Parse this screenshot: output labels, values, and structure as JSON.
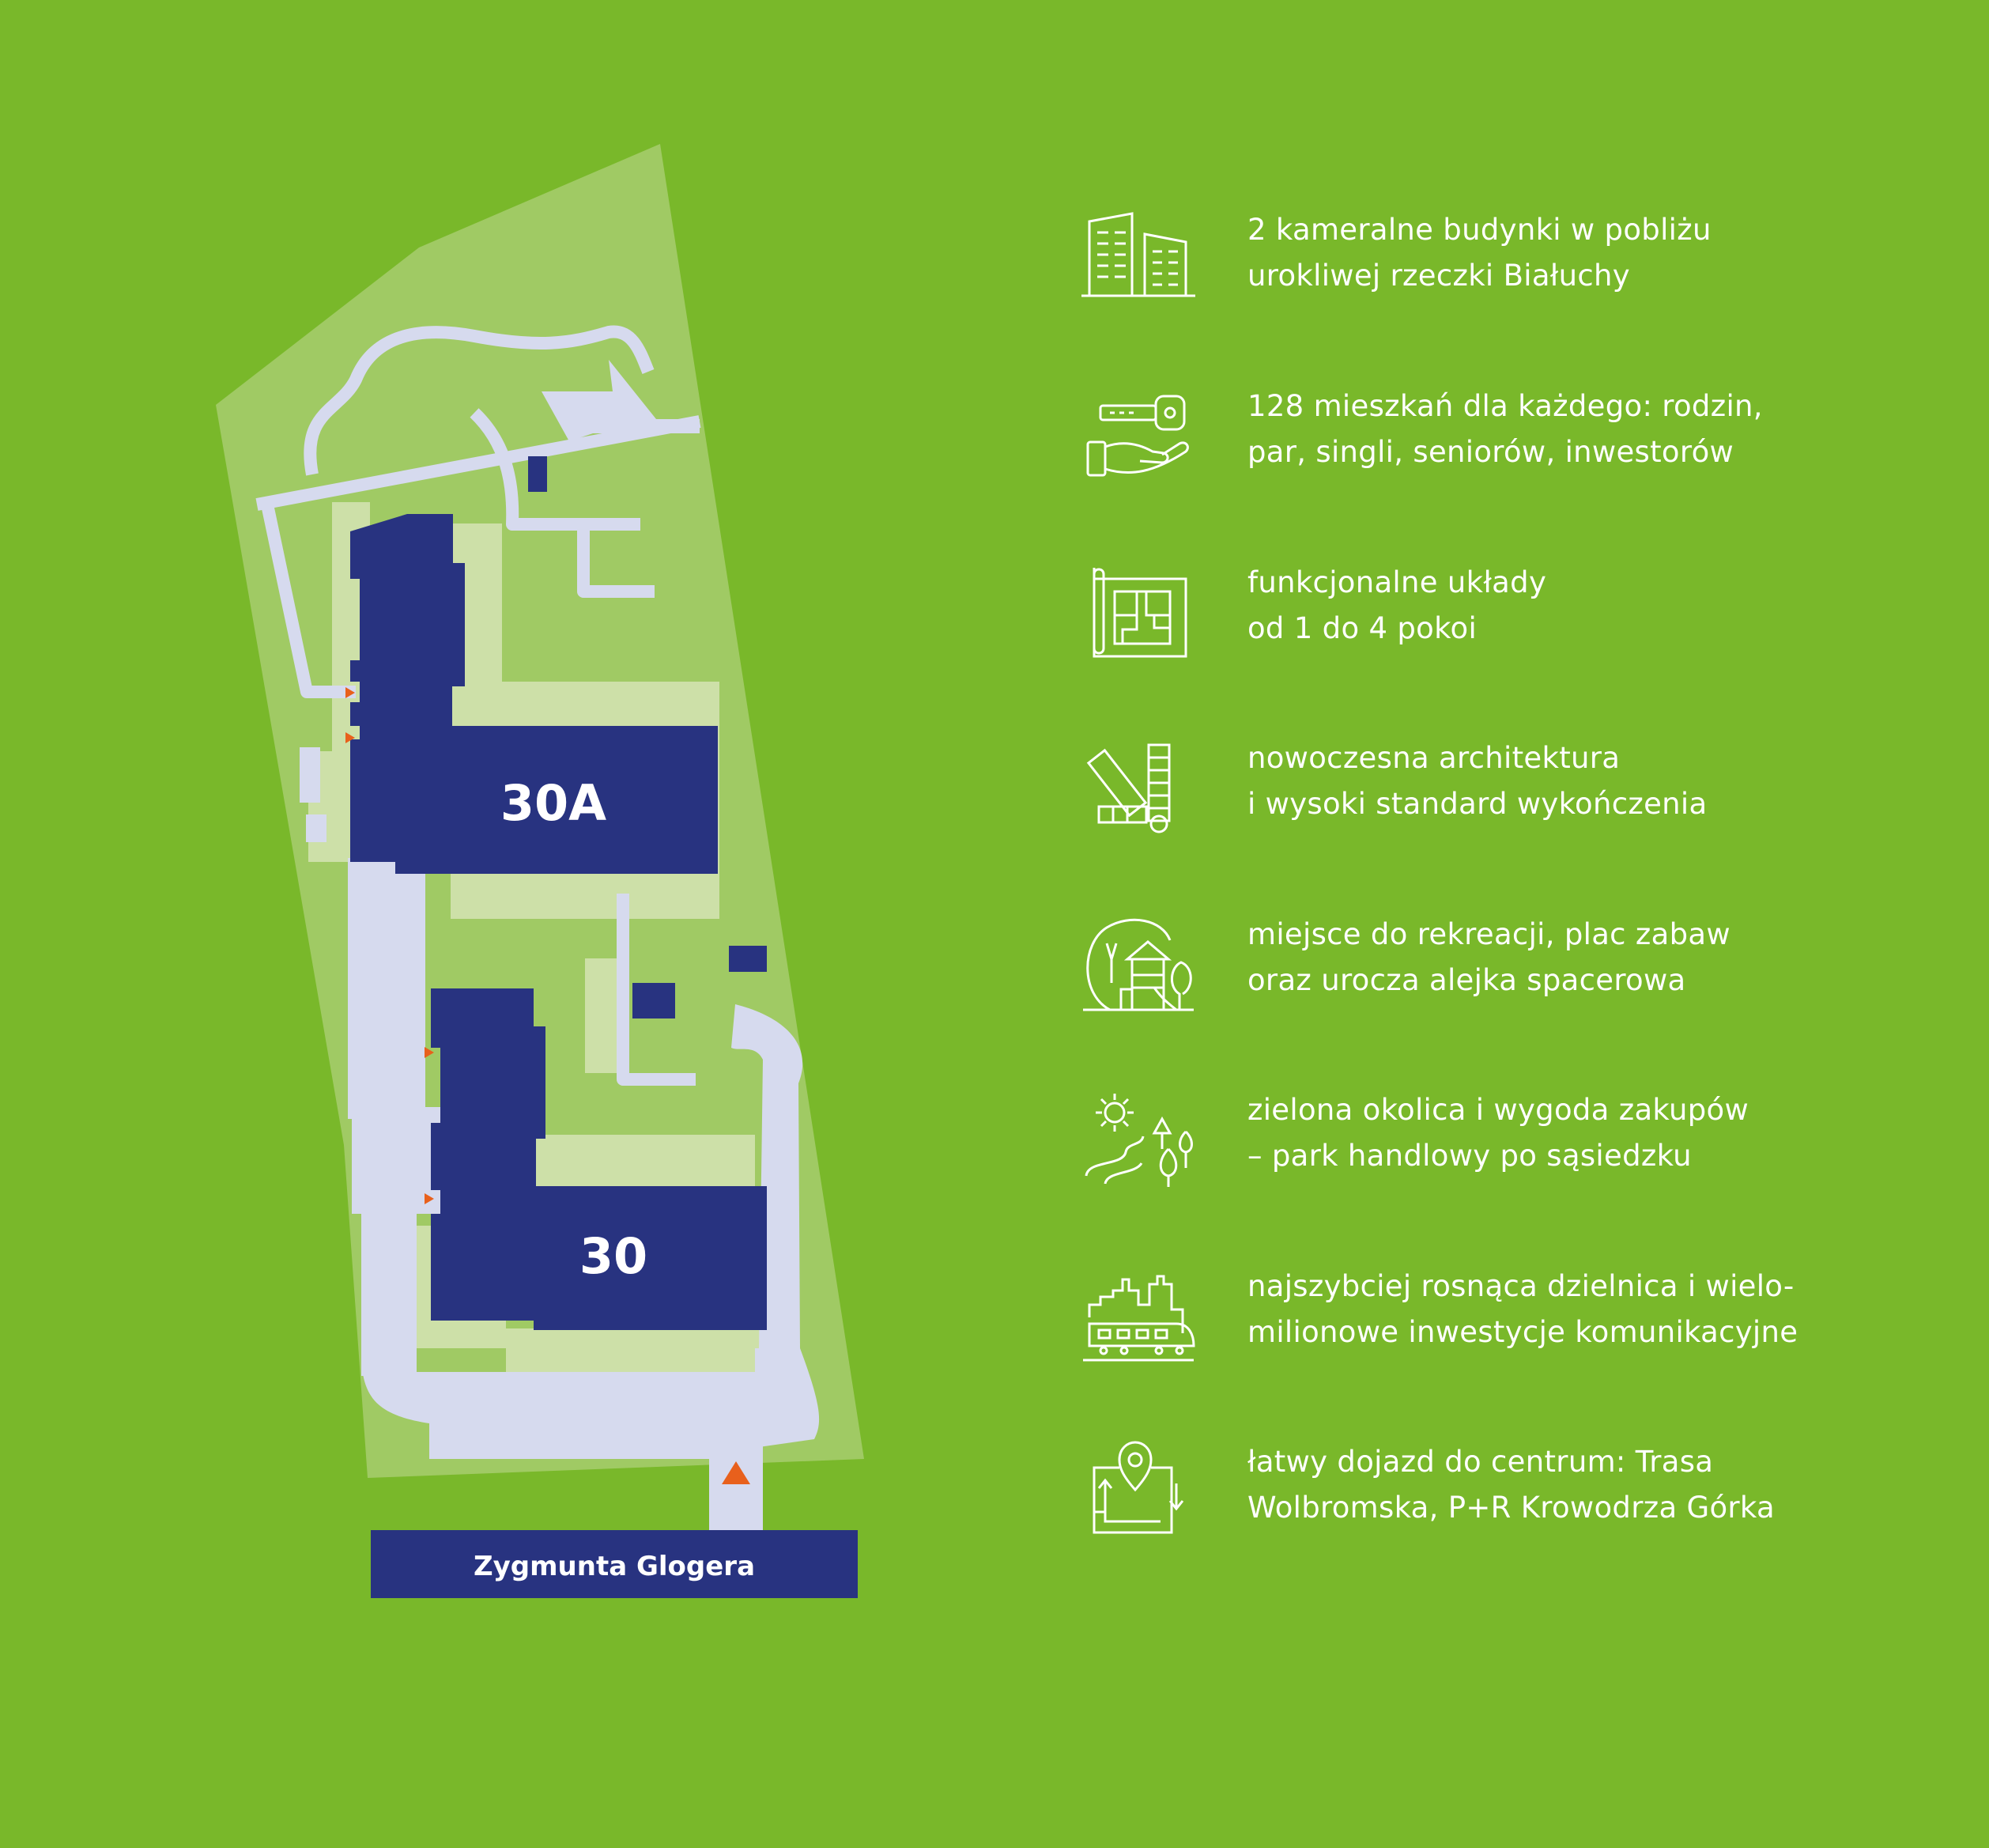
{
  "colors": {
    "background": "#79b82a",
    "plot": "#a0ca64",
    "courtyard": "#cde0a8",
    "path": "#d6daee",
    "building": "#283380",
    "entrance": "#e8601c",
    "text": "#ffffff"
  },
  "map": {
    "buildings": [
      {
        "id": "building-30a",
        "label": "30A"
      },
      {
        "id": "building-30",
        "label": "30"
      }
    ],
    "street": "Zygmunta Glogera"
  },
  "features": [
    {
      "icon": "buildings-icon",
      "line1": "2 kameralne budynki w pobliżu",
      "line2": "urokliwej rzeczki Białuchy"
    },
    {
      "icon": "key-hand-icon",
      "line1": "128 mieszkań dla każdego: rodzin,",
      "line2": "par, singli, seniorów, inwestorów"
    },
    {
      "icon": "floor-plan-icon",
      "line1": "funkcjonalne układy",
      "line2": "od 1 do 4 pokoi"
    },
    {
      "icon": "swatches-icon",
      "line1": "nowoczesna architektura",
      "line2": "i wysoki standard wykończenia"
    },
    {
      "icon": "playground-icon",
      "line1": "miejsce do rekreacji, plac zabaw",
      "line2": "oraz urocza alejka spacerowa"
    },
    {
      "icon": "nature-icon",
      "line1": "zielona okolica i wygoda zakupów",
      "line2": "– park handlowy po sąsiedzku"
    },
    {
      "icon": "city-train-icon",
      "line1": "najszybciej rosnąca dzielnica i wielo-",
      "line2": "milionowe inwestycje komunikacyjne"
    },
    {
      "icon": "route-pin-icon",
      "line1": "łatwy dojazd do centrum: Trasa",
      "line2": "Wolbromska, P+R Krowodrza Górka"
    }
  ]
}
